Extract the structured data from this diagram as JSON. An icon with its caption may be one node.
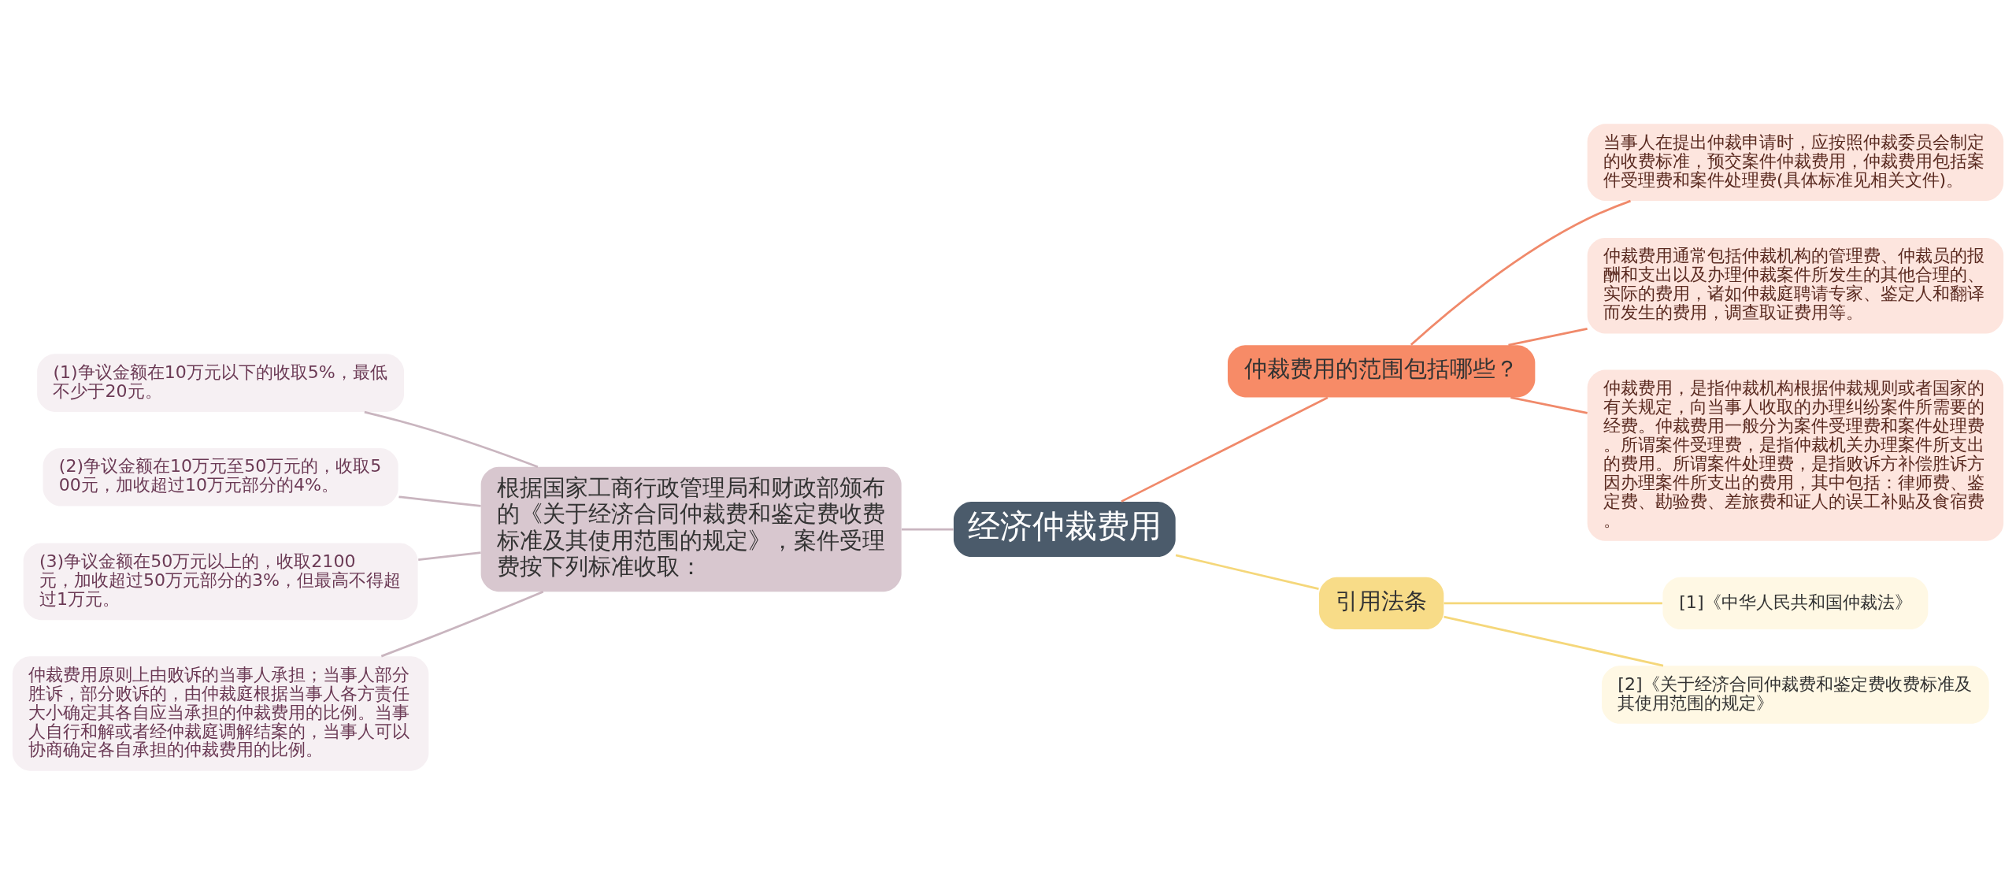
{
  "diagram": {
    "nodes": [
      {
        "text": [
          "经济仲裁费用"
        ]
      },
      {
        "text": [
          "根据国家工商行政管理局和财政部颁布的《关于经济合同仲裁费和鉴定费收费标准及其使用范围的规定》，案件受理费按下列标准收取："
        ]
      },
      {
        "text": [
          "(1)争议金额在10万元以下的收取5%，最低不少于20元。"
        ]
      },
      {
        "text": [
          "(2)争议金额在10万元至50万元的，收取500元，加收超过10万元部分的4%。"
        ]
      },
      {
        "text": [
          "(3)争议金额在50万元以上的，收取2100元，加收超过50万元部分的3%，但最高不得超过1万元。"
        ]
      },
      {
        "text": [
          "仲裁费用原则上由败诉的当事人承担；当事人部分胜诉，部分败诉的，由仲裁庭根据当事人各方责任大小确定其各自应当承担的仲裁费用的比例。当事人自行和解或者经仲裁庭调解结案的，当事人可以协商确定各自承担的仲裁费用的比例。"
        ]
      },
      {
        "text": [
          "仲裁费用的范围包括哪些？"
        ]
      },
      {
        "text": [
          "当事人在提出仲裁申请时，应按照仲裁委员会制定的收费标准，预交案件仲裁费用，仲裁费用包括案件受理费和案件处理费(具体标准见相关文件)。"
        ]
      },
      {
        "text": [
          "仲裁费用通常包括仲裁机构的管理费、仲裁员的报酬和支出以及办理仲裁案件所发生的其他合理的、实际的费用，诸如仲裁庭聘请专家、鉴定人和翻译而发生的费用，调查取证费用等。"
        ]
      },
      {
        "text": [
          "仲裁费用，是指仲裁机构根据仲裁规则或者国家的有关规定，向当事人收取的办理纠纷案件所需要的经费。仲裁费用一般分为案件受理费和案件处理费。所谓案件受理费，是指仲裁机关办理案件所支出的费用。所谓案件处理费，是指败诉方补偿胜诉方因办理案件所支出的费用，其中包括：律师费、鉴定费、勘验费、差旅费和证人的误工补贴及食宿费。"
        ]
      },
      {
        "text": [
          "引用法条"
        ]
      },
      {
        "text": [
          "[1]《中华人民共和国仲裁法》"
        ]
      },
      {
        "text": [
          "[2]《关于经济合同仲裁费和鉴定费收费标准及其使用范围的规定》"
        ]
      }
    ],
    "edges": [
      {
        "from": 0,
        "to": 1,
        "arrow": "none",
        "color": "#c9b5bf"
      },
      {
        "from": 1,
        "to": 2,
        "arrow": "none",
        "color": "#c9b5bf"
      },
      {
        "from": 1,
        "to": 3,
        "arrow": "none",
        "color": "#c9b5bf"
      },
      {
        "from": 1,
        "to": 4,
        "arrow": "none",
        "color": "#c9b5bf"
      },
      {
        "from": 1,
        "to": 5,
        "arrow": "none",
        "color": "#c9b5bf"
      },
      {
        "from": 0,
        "to": 6,
        "arrow": "none",
        "color": "#f0896a"
      },
      {
        "from": 6,
        "to": 7,
        "arrow": "none",
        "color": "#f0896a"
      },
      {
        "from": 6,
        "to": 8,
        "arrow": "none",
        "color": "#f0896a"
      },
      {
        "from": 6,
        "to": 9,
        "arrow": "none",
        "color": "#f0896a"
      },
      {
        "from": 0,
        "to": 10,
        "arrow": "none",
        "color": "#f5d77a"
      },
      {
        "from": 10,
        "to": 11,
        "arrow": "none",
        "color": "#f5d77a"
      },
      {
        "from": 10,
        "to": 12,
        "arrow": "none",
        "color": "#f5d77a"
      }
    ]
  }
}
